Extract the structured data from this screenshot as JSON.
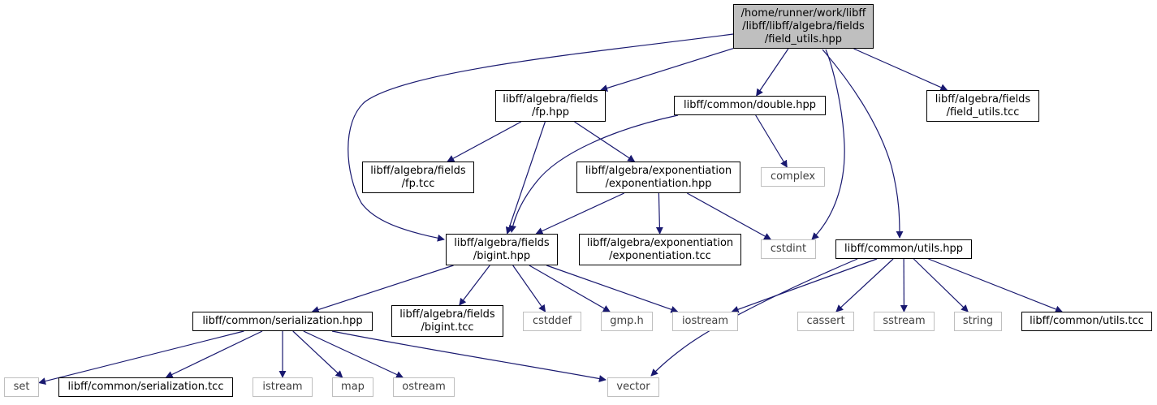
{
  "colors": {
    "edge": "#191970",
    "internal_border": "#000000",
    "external_border": "#bfbfbf",
    "root_fill": "#bfbfbf"
  },
  "nodes": [
    {
      "id": "field_utils_hpp",
      "kind": "root",
      "lines": [
        "/home/runner/work/libff",
        "/libff/libff/algebra/fields",
        "/field_utils.hpp"
      ]
    },
    {
      "id": "fp_hpp",
      "kind": "internal",
      "lines": [
        "libff/algebra/fields",
        "/fp.hpp"
      ]
    },
    {
      "id": "double_hpp",
      "kind": "internal",
      "lines": [
        "libff/common/double.hpp"
      ]
    },
    {
      "id": "field_utils_tcc",
      "kind": "internal",
      "lines": [
        "libff/algebra/fields",
        "/field_utils.tcc"
      ]
    },
    {
      "id": "fp_tcc",
      "kind": "internal",
      "lines": [
        "libff/algebra/fields",
        "/fp.tcc"
      ]
    },
    {
      "id": "exponentiation_hpp",
      "kind": "internal",
      "lines": [
        "libff/algebra/exponentiation",
        "/exponentiation.hpp"
      ]
    },
    {
      "id": "complex",
      "kind": "external",
      "lines": [
        "complex"
      ]
    },
    {
      "id": "bigint_hpp",
      "kind": "internal",
      "lines": [
        "libff/algebra/fields",
        "/bigint.hpp"
      ]
    },
    {
      "id": "exponentiation_tcc",
      "kind": "internal",
      "lines": [
        "libff/algebra/exponentiation",
        "/exponentiation.tcc"
      ]
    },
    {
      "id": "cstdint",
      "kind": "external",
      "lines": [
        "cstdint"
      ]
    },
    {
      "id": "utils_hpp",
      "kind": "internal",
      "lines": [
        "libff/common/utils.hpp"
      ]
    },
    {
      "id": "serialization_hpp",
      "kind": "internal",
      "lines": [
        "libff/common/serialization.hpp"
      ]
    },
    {
      "id": "bigint_tcc",
      "kind": "internal",
      "lines": [
        "libff/algebra/fields",
        "/bigint.tcc"
      ]
    },
    {
      "id": "cstddef",
      "kind": "external",
      "lines": [
        "cstddef"
      ]
    },
    {
      "id": "gmp_h",
      "kind": "external",
      "lines": [
        "gmp.h"
      ]
    },
    {
      "id": "iostream",
      "kind": "external",
      "lines": [
        "iostream"
      ]
    },
    {
      "id": "cassert",
      "kind": "external",
      "lines": [
        "cassert"
      ]
    },
    {
      "id": "sstream",
      "kind": "external",
      "lines": [
        "sstream"
      ]
    },
    {
      "id": "string",
      "kind": "external",
      "lines": [
        "string"
      ]
    },
    {
      "id": "utils_tcc",
      "kind": "internal",
      "lines": [
        "libff/common/utils.tcc"
      ]
    },
    {
      "id": "set",
      "kind": "external",
      "lines": [
        "set"
      ]
    },
    {
      "id": "serialization_tcc",
      "kind": "internal",
      "lines": [
        "libff/common/serialization.tcc"
      ]
    },
    {
      "id": "istream",
      "kind": "external",
      "lines": [
        "istream"
      ]
    },
    {
      "id": "map",
      "kind": "external",
      "lines": [
        "map"
      ]
    },
    {
      "id": "ostream",
      "kind": "external",
      "lines": [
        "ostream"
      ]
    },
    {
      "id": "vector",
      "kind": "external",
      "lines": [
        "vector"
      ]
    }
  ],
  "edges": [
    [
      "field_utils_hpp",
      "fp_hpp"
    ],
    [
      "field_utils_hpp",
      "double_hpp"
    ],
    [
      "field_utils_hpp",
      "field_utils_tcc"
    ],
    [
      "field_utils_hpp",
      "bigint_hpp"
    ],
    [
      "field_utils_hpp",
      "cstdint"
    ],
    [
      "field_utils_hpp",
      "utils_hpp"
    ],
    [
      "fp_hpp",
      "fp_tcc"
    ],
    [
      "fp_hpp",
      "exponentiation_hpp"
    ],
    [
      "fp_hpp",
      "bigint_hpp"
    ],
    [
      "double_hpp",
      "bigint_hpp"
    ],
    [
      "double_hpp",
      "complex"
    ],
    [
      "exponentiation_hpp",
      "bigint_hpp"
    ],
    [
      "exponentiation_hpp",
      "exponentiation_tcc"
    ],
    [
      "exponentiation_hpp",
      "cstdint"
    ],
    [
      "bigint_hpp",
      "serialization_hpp"
    ],
    [
      "bigint_hpp",
      "bigint_tcc"
    ],
    [
      "bigint_hpp",
      "cstddef"
    ],
    [
      "bigint_hpp",
      "gmp_h"
    ],
    [
      "bigint_hpp",
      "iostream"
    ],
    [
      "utils_hpp",
      "iostream"
    ],
    [
      "utils_hpp",
      "vector"
    ],
    [
      "utils_hpp",
      "cassert"
    ],
    [
      "utils_hpp",
      "sstream"
    ],
    [
      "utils_hpp",
      "string"
    ],
    [
      "utils_hpp",
      "utils_tcc"
    ],
    [
      "serialization_hpp",
      "set"
    ],
    [
      "serialization_hpp",
      "serialization_tcc"
    ],
    [
      "serialization_hpp",
      "istream"
    ],
    [
      "serialization_hpp",
      "map"
    ],
    [
      "serialization_hpp",
      "ostream"
    ],
    [
      "serialization_hpp",
      "vector"
    ]
  ]
}
